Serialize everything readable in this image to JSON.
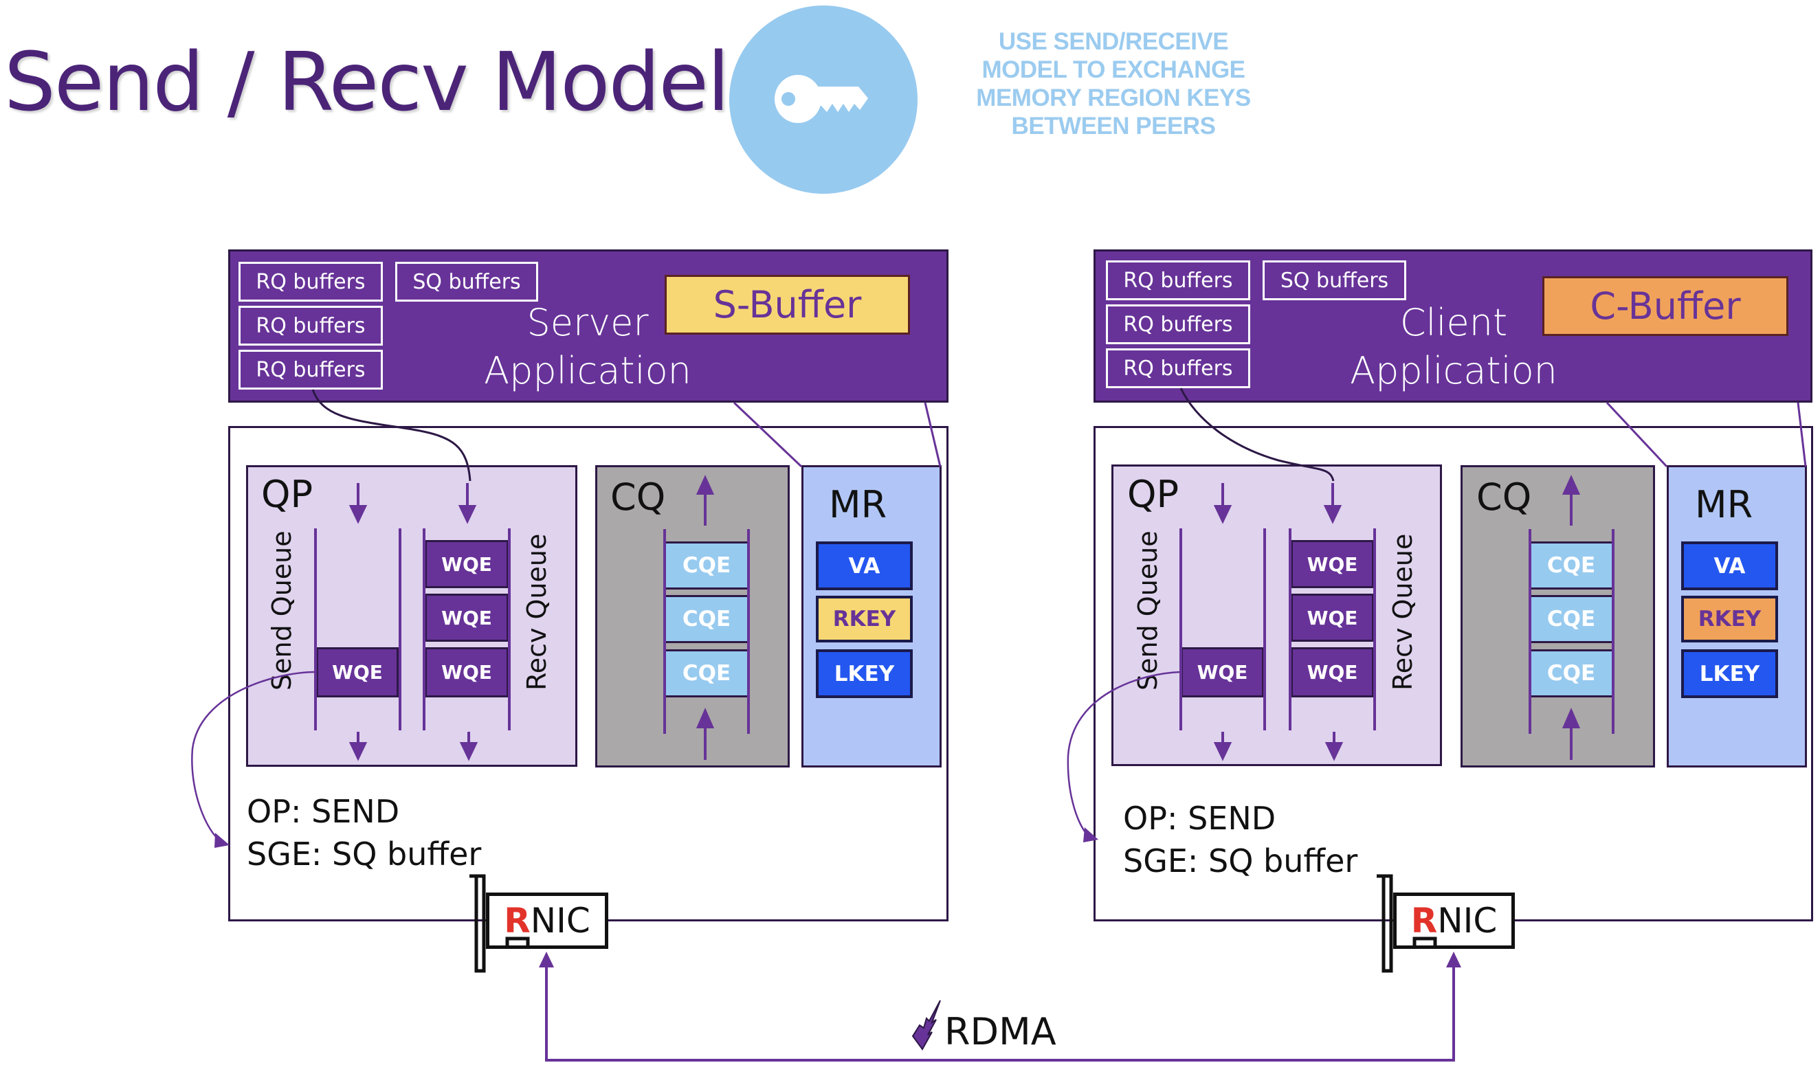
{
  "title": "Send / Recv Model",
  "note": {
    "icon": "key-icon",
    "lines": [
      "USE SEND/RECEIVE",
      "MODEL TO EXCHANGE",
      "MEMORY REGION KEYS",
      "BETWEEN PEERS"
    ]
  },
  "colors": {
    "title": "#4b2478",
    "app_bg": "#673398",
    "qp_bg": "#dfd3ee",
    "cq_bg": "#aaa8a8",
    "mr_bg": "#b1c6f6",
    "cqe": "#97caef",
    "va_lkey": "#2457f0",
    "server_buffer": "#f7d774",
    "client_buffer": "#f0a25a",
    "rnic_r": "#e2332b",
    "note_text": "#9bcbef"
  },
  "server": {
    "app_label_1": "Server",
    "app_label_2": "Application",
    "rq_buffers": [
      "RQ buffers",
      "RQ buffers",
      "RQ buffers"
    ],
    "sq_buffers": "SQ buffers",
    "buffer": "S-Buffer",
    "qp": {
      "title": "QP",
      "send_queue": "Send Queue",
      "recv_queue": "Recv Queue",
      "send_wqes": [
        "WQE"
      ],
      "recv_wqes": [
        "WQE",
        "WQE",
        "WQE"
      ]
    },
    "cq": {
      "title": "CQ",
      "cqes": [
        "CQE",
        "CQE",
        "CQE"
      ]
    },
    "mr": {
      "title": "MR",
      "va": "VA",
      "rkey": "RKEY",
      "lkey": "LKEY"
    },
    "op": "OP: SEND",
    "sge": "SGE: SQ buffer",
    "rnic_r": "R",
    "rnic_rest": "NIC"
  },
  "client": {
    "app_label_1": "Client",
    "app_label_2": "Application",
    "rq_buffers": [
      "RQ buffers",
      "RQ buffers",
      "RQ buffers"
    ],
    "sq_buffers": "SQ buffers",
    "buffer": "C-Buffer",
    "qp": {
      "title": "QP",
      "send_queue": "Send Queue",
      "recv_queue": "Recv Queue",
      "send_wqes": [
        "WQE"
      ],
      "recv_wqes": [
        "WQE",
        "WQE",
        "WQE"
      ]
    },
    "cq": {
      "title": "CQ",
      "cqes": [
        "CQE",
        "CQE",
        "CQE"
      ]
    },
    "mr": {
      "title": "MR",
      "va": "VA",
      "rkey": "RKEY",
      "lkey": "LKEY"
    },
    "op": "OP: SEND",
    "sge": "SGE: SQ buffer",
    "rnic_r": "R",
    "rnic_rest": "NIC"
  },
  "link": {
    "label": "RDMA",
    "icon": "lightning-icon"
  }
}
